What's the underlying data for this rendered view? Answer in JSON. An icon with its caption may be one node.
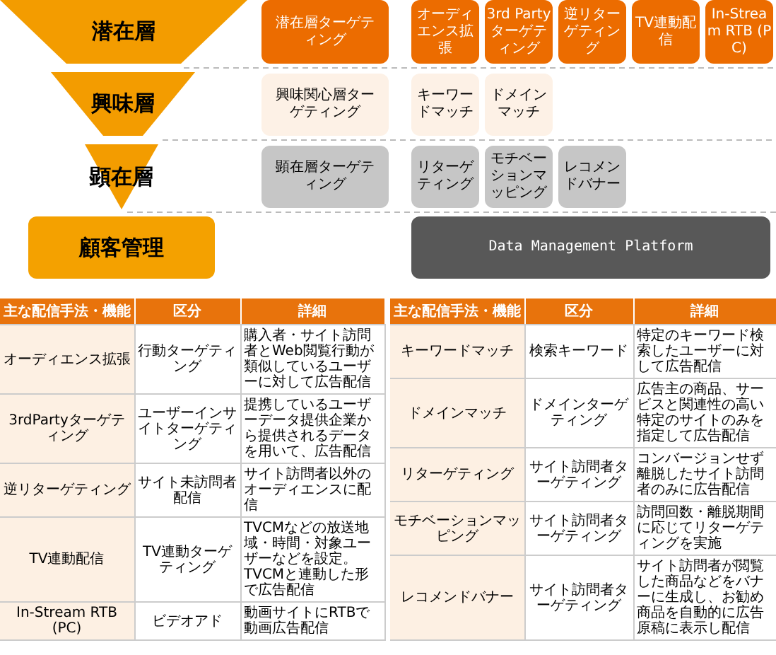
{
  "diagram": {
    "nodes": [
      {
        "text": [
          "潜在層"
        ]
      },
      {
        "text": [
          "潜在層ターゲティング"
        ]
      },
      {
        "text": [
          "オーディエンス拡張"
        ]
      },
      {
        "text": [
          "3rd Partyターゲティング"
        ]
      },
      {
        "text": [
          "逆リターゲティング"
        ]
      },
      {
        "text": [
          "TV連動配信"
        ]
      },
      {
        "text": [
          "In-Stream RTB (PC)"
        ]
      },
      {
        "text": [
          "興味層"
        ]
      },
      {
        "text": [
          "興味関心層ターゲティング"
        ]
      },
      {
        "text": [
          "キーワードマッチ"
        ]
      },
      {
        "text": [
          "ドメインマッチ"
        ]
      },
      {
        "text": [
          "顕在層"
        ]
      },
      {
        "text": [
          "顕在層ターゲティング"
        ]
      },
      {
        "text": [
          "リターゲティング"
        ]
      },
      {
        "text": [
          "モチベーションマッピング"
        ]
      },
      {
        "text": [
          "レコメンドバナー"
        ]
      },
      {
        "text": [
          "顧客管理"
        ]
      },
      {
        "text": [
          "Data Management Platform"
        ]
      }
    ],
    "labels": [
      "主な配信手法・機能",
      "区分",
      "詳細",
      "オーディエンス拡張",
      "行動ターゲティング",
      "購入者・サイト訪問者とWeb閲覧行動が類似しているユーザーに対して広告配信",
      "3rdPartyターゲティング",
      "ユーザーインサイトターゲティング",
      "提携しているユーザーデータ提供企業から提供されるデータを用いて、広告配信",
      "逆リターゲティング",
      "サイト未訪問者配信",
      "サイト訪問者以外のオーディエンスに配信",
      "TV連動配信",
      "TV連動ターゲティング",
      "TVCMなどの放送地域・時間・対象ユーザーなどを設定。TVCMと連動した形で広告配信",
      "In-Stream RTB (PC)",
      "ビデオアド",
      "動画サイトにRTBで動画広告配信",
      "主な配信手法・機能",
      "区分",
      "詳細",
      "キーワードマッチ",
      "検索キーワード",
      "特定のキーワード検索したユーザーに対して広告配信",
      "ドメインマッチ",
      "ドメインターゲティング",
      "広告主の商品、サービスと関連性の高い特定のサイトのみを指定して広告配信",
      "リターゲティング",
      "サイト訪問者ターゲティング",
      "コンバージョンせず離脱したサイト訪問者のみに広告配信",
      "モチベーションマッピング",
      "サイト訪問者ターゲティング",
      "訪問回数・離脱期間に応じてリターゲティングを実施",
      "レコメンドバナー",
      "サイト訪問者ターゲティング",
      "サイト訪問者が閲覧した商品などをバナーに生成し、お勧め商品を自動的に広告原稿に表示し配信"
    ]
  }
}
